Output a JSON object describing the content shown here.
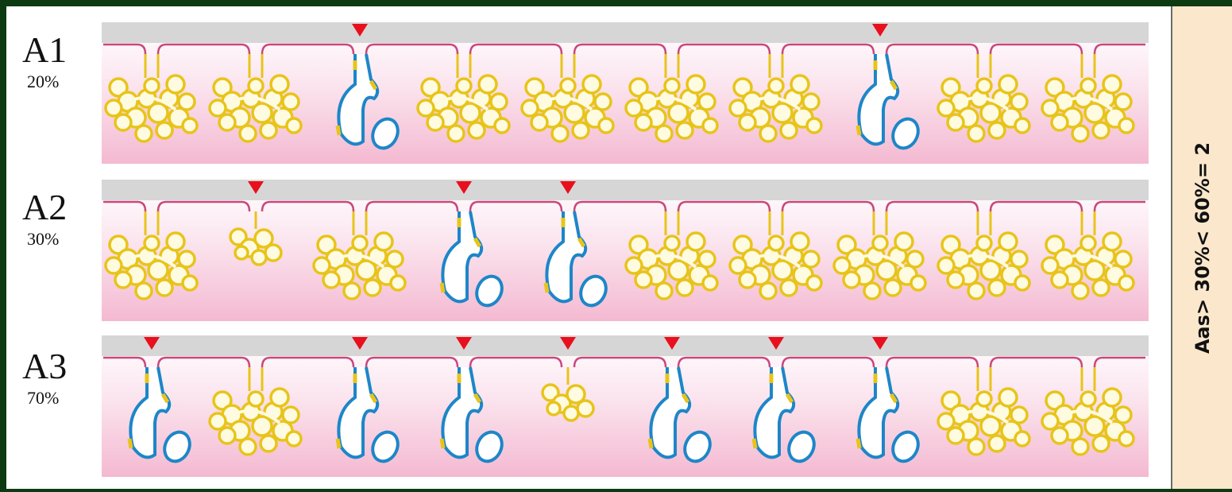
{
  "rows": [
    {
      "label": "A1",
      "percent": "20%",
      "glands": [
        "n",
        "n",
        "a",
        "n",
        "n",
        "n",
        "n",
        "a",
        "n",
        "n"
      ]
    },
    {
      "label": "A2",
      "percent": "30%",
      "glands": [
        "n",
        "s",
        "n",
        "a",
        "a",
        "n",
        "n",
        "n",
        "n",
        "n"
      ]
    },
    {
      "label": "A3",
      "percent": "70%",
      "glands": [
        "a",
        "n",
        "a",
        "a",
        "s",
        "a",
        "a",
        "a",
        "n",
        "n"
      ]
    }
  ],
  "side_annotation": "Aas> 30%< 60%= 2",
  "colors": {
    "background": "#0e3a12",
    "band_gray": "#d6d6d6",
    "band_pink": "#f4b9d1",
    "normal_fill": "#fffbe0",
    "normal_stroke": "#e8c41a",
    "atrophic_stroke": "#1d86c8",
    "marker": "#e8101c",
    "side_panel": "#fbe8cc"
  }
}
